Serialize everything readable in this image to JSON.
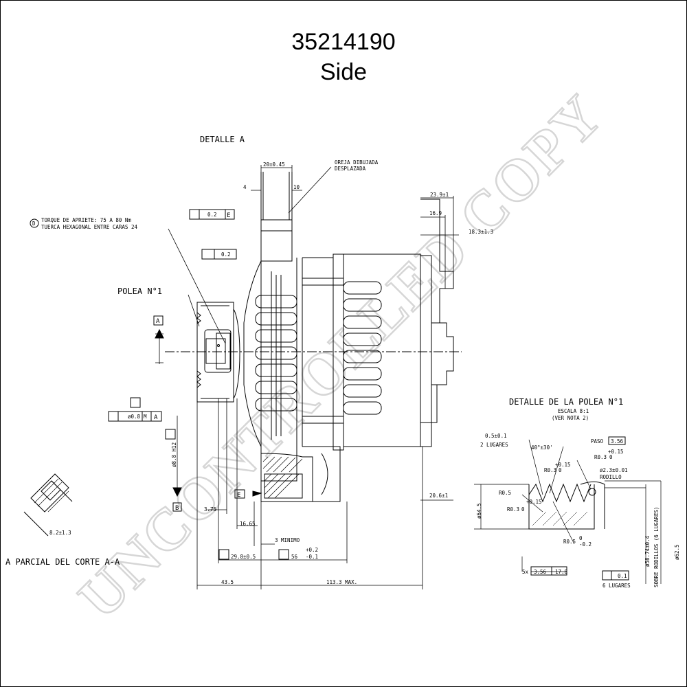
{
  "title": {
    "part_number": "35214190",
    "view": "Side"
  },
  "watermark": "UNCONTROLLED COPY",
  "labels": {
    "detalle_a": "DETALLE A",
    "oreja_1": "OREJA DIBUJADA",
    "oreja_2": "DESPLAZADA",
    "torque_1": "TORQUE DE APRIETE: 75 A 80 Nm",
    "torque_2": "TUERCA HEXAGONAL ENTRE CARAS 24",
    "polea": "POLEA N°1",
    "corte": "A PARCIAL DEL CORTE A-A",
    "det_polea": "DETALLE DE LA POLEA N°1",
    "escala": "ESCALA 8:1",
    "ver_nota": "(VER NOTA 2)",
    "minimo": "3 MINIMO",
    "dos_lugares": "2 LUGARES",
    "seis_lugares": "6 LUGARES",
    "rodillo": "RODILLO",
    "sobre_rodillos": "SOBRE RODILLOS (6 LUGARES)",
    "paso": "PASO"
  },
  "datums": {
    "a": "A",
    "b": "B",
    "e": "E",
    "d": "D",
    "m": "M"
  },
  "dimensions": {
    "d20": "20±0.45",
    "d4": "4",
    "d10": "10",
    "d23_9": "23.9±1",
    "d16_9": "16.9",
    "d18_3": "18.3±1.3",
    "d20_6": "20.6±1",
    "d3_75": "3.75",
    "d16_65": "16.65",
    "d29_8": "29.8±0.5",
    "d56": "56",
    "tol_p2": "+0.2",
    "tol_m01": "-0.1",
    "d43_5": "43.5",
    "d113": "113.3 MAX.",
    "d8h12": "ø8.8 H12",
    "d8_2": "8.2±1.3",
    "tol_02": "0.2",
    "pos_08": "ø0.8",
    "d05": "0.5±0.1",
    "ang": "40°±30'",
    "p356": "3.56",
    "r03a": "R0.3",
    "tol_015": "+0.15",
    "tol_0": "0",
    "rod": "ø2.3±0.01",
    "r05": "R0.5",
    "d64_5": "ø64.5",
    "r05b": "R0.5",
    "d58_7": "ø58.74±0.4",
    "d62_5": "ø62.5",
    "x5": "5x",
    "x356": "3.56",
    "x178": "17.8",
    "pos01": "0.1",
    "tol_m02": "-0.2"
  },
  "colors": {
    "line": "#000000",
    "watermark": "#d6d6d6"
  }
}
